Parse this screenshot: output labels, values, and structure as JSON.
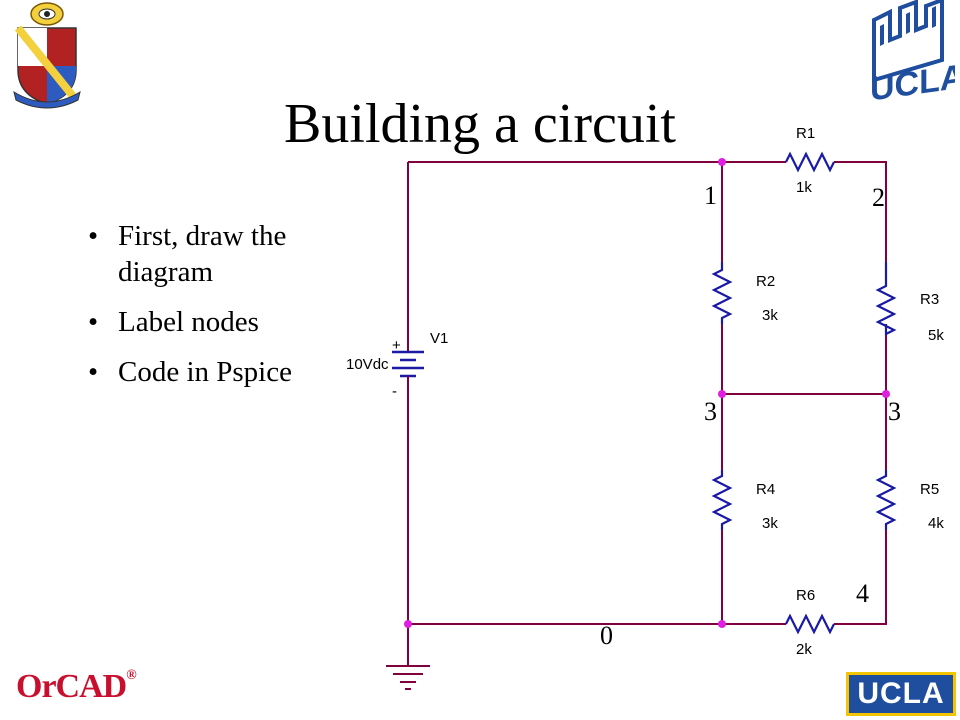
{
  "slide": {
    "title": "Building a circuit",
    "bullets": [
      "First, draw the diagram",
      "Label nodes",
      "Code in Pspice"
    ]
  },
  "circuit": {
    "source": {
      "name": "V1",
      "value": "10Vdc",
      "plus": "+",
      "minus": "-"
    },
    "resistors": [
      {
        "name": "R1",
        "value": "1k"
      },
      {
        "name": "R2",
        "value": "3k"
      },
      {
        "name": "R3",
        "value": "5k"
      },
      {
        "name": "R4",
        "value": "3k"
      },
      {
        "name": "R5",
        "value": "4k"
      },
      {
        "name": "R6",
        "value": "2k"
      }
    ],
    "node_labels": [
      "1",
      "2",
      "3",
      "3",
      "4",
      "0"
    ]
  },
  "logos": {
    "orcad": "OrCAD",
    "orcad_mark": "®",
    "ucla_top": "UCLA",
    "ucla_bottom": "UCLA"
  },
  "colors": {
    "wire": "#800040",
    "resistor": "#1a1aa6",
    "node": "#e020e0",
    "ucla_blue": "#1f4e9e",
    "orcad_red": "#c8102e"
  }
}
